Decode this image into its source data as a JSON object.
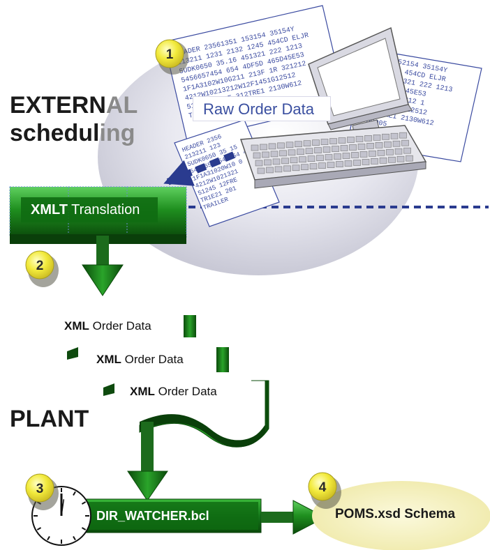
{
  "sections": {
    "external_line1_dark": "EXTERN",
    "external_line1_light": "AL",
    "external_line2_dark": "schedul",
    "external_line2_light": "ing",
    "plant": "PLANT"
  },
  "raw_order_data": {
    "label": "Raw Order Data",
    "sheet_text_left": [
      "HEADER 23561351 153154 35154Y",
      "213211 1231 2132 1245 454CD ELJR",
      "5UDK0650   35.16 451321 222 1213",
      "5456657454 654 4DF5D 465D45E53",
      "1F1A3102W10G211 213F 1R 321212",
      "4212W10213212W12F1451G12512",
      "51245 12FRE 312TRE1 2130W612",
      "TR1E21 201 00000005"
    ],
    "sheet_text_right": [
      "151 152154 35154Y",
      "2 1245 454CD ELJR",
      "221 451321 222 1213",
      "F5D 465D45E53",
      "1R21  321212 1",
      "213F1451G12512",
      "312TRE1 2130W612",
      "00005"
    ],
    "sheet_text_lower": [
      "HEADER 2356",
      "213211 123",
      "5UDK0650  35 15",
      "5456657454 654 4D",
      "1F1A31020W10 0",
      "4212W1021321",
      "51245 12FRE",
      "TR1E21 201",
      "TRAILER"
    ]
  },
  "xmlt": {
    "bold": "XMLT",
    "rest": " Translation"
  },
  "xml_files": [
    {
      "bold": "XML",
      "rest": " Order Data"
    },
    {
      "bold": "XML",
      "rest": " Order Data"
    },
    {
      "bold": "XML",
      "rest": " Order Data"
    }
  ],
  "dir_watcher": {
    "label": "DIR_WATCHER.bcl"
  },
  "poms": {
    "label": "POMS.xsd Schema"
  },
  "steps": [
    "1",
    "2",
    "3",
    "4"
  ],
  "colors": {
    "green_dark": "#0e5a0e",
    "green": "#1f8f1f",
    "green_light": "#55c855",
    "badge_yellow": "#f2ea3c",
    "ellipse_yellow": "#f6f3c4",
    "dashed_blue": "#2a3b8f",
    "sheet_line": "#3a4aa0"
  }
}
